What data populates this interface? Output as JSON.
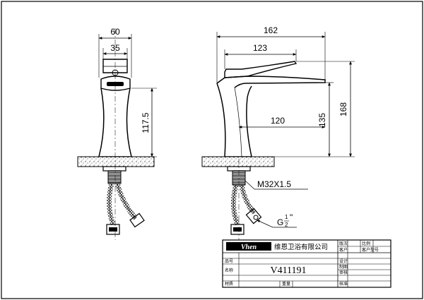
{
  "front_view": {
    "dim_overall_width": "60",
    "dim_handle_width": "35",
    "dim_body_height": "117.5"
  },
  "side_view": {
    "dim_overall_length": "162",
    "dim_handle_length": "123",
    "dim_spout_reach": "120",
    "dim_spout_height": "135",
    "dim_overall_height": "168",
    "thread_label": "M32X1.5",
    "inlet_label_prefix": "G",
    "inlet_label_num": "1",
    "inlet_label_den": "2",
    "inlet_label_suffix": "\""
  },
  "title_block": {
    "brand": "Vhen",
    "company": "维恩卫浴有限公司",
    "model": "V411191",
    "labels": {
      "version": "版次",
      "ratio": "比例",
      "customer": "客户",
      "customer_model": "客户型号",
      "design": "设计",
      "drawing": "制图",
      "review": "审核",
      "approve": "核准",
      "name": "名称",
      "item_no": "品号",
      "material": "材质",
      "weight": "重量"
    }
  },
  "colors": {
    "line": "#000000",
    "background": "#ffffff"
  }
}
